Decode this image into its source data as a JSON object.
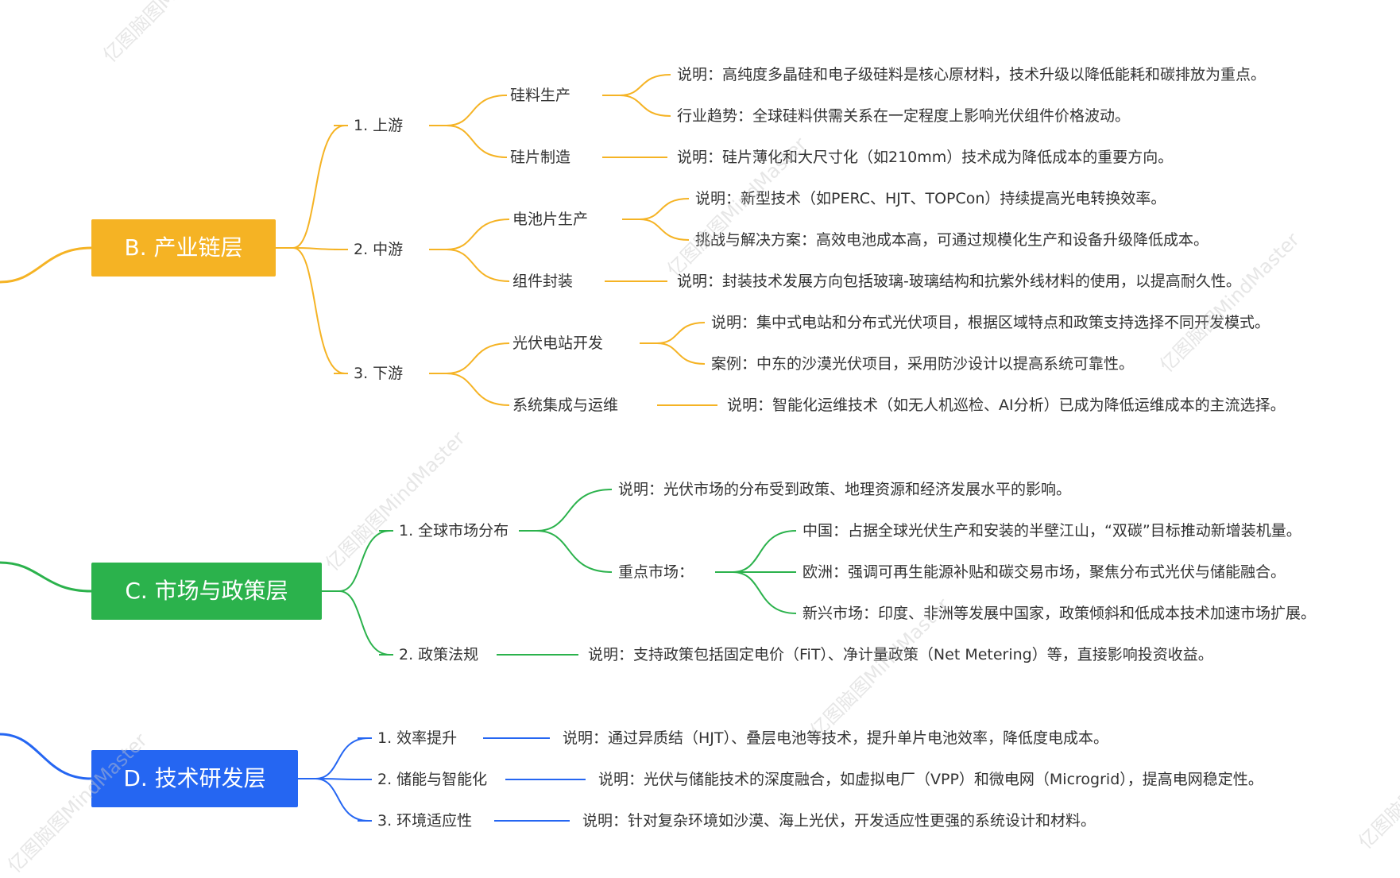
{
  "colors": {
    "industry": "#f5b324",
    "market": "#2bb24c",
    "tech": "#2566f2"
  },
  "watermark": "亿图脑图MindMaster",
  "branches": [
    {
      "key": "industry",
      "label": "B. 产业链层",
      "children": [
        {
          "label": "1. 上游",
          "children": [
            {
              "label": "硅料生产",
              "children": [
                {
                  "label": "说明：高纯度多晶硅和电子级硅料是核心原材料，技术升级以降低能耗和碳排放为重点。"
                },
                {
                  "label": "行业趋势：全球硅料供需关系在一定程度上影响光伏组件价格波动。"
                }
              ]
            },
            {
              "label": "硅片制造",
              "children": [
                {
                  "label": "说明：硅片薄化和大尺寸化（如210mm）技术成为降低成本的重要方向。"
                }
              ]
            }
          ]
        },
        {
          "label": "2. 中游",
          "children": [
            {
              "label": "电池片生产",
              "children": [
                {
                  "label": "说明：新型技术（如PERC、HJT、TOPCon）持续提高光电转换效率。"
                },
                {
                  "label": "挑战与解决方案：高效电池成本高，可通过规模化生产和设备升级降低成本。"
                }
              ]
            },
            {
              "label": "组件封装",
              "children": [
                {
                  "label": "说明：封装技术发展方向包括玻璃-玻璃结构和抗紫外线材料的使用，以提高耐久性。"
                }
              ]
            }
          ]
        },
        {
          "label": "3. 下游",
          "children": [
            {
              "label": "光伏电站开发",
              "children": [
                {
                  "label": "说明：集中式电站和分布式光伏项目，根据区域特点和政策支持选择不同开发模式。"
                },
                {
                  "label": "案例：中东的沙漠光伏项目，采用防沙设计以提高系统可靠性。"
                }
              ]
            },
            {
              "label": "系统集成与运维",
              "children": [
                {
                  "label": "说明：智能化运维技术（如无人机巡检、AI分析）已成为降低运维成本的主流选择。"
                }
              ]
            }
          ]
        }
      ]
    },
    {
      "key": "market",
      "label": "C. 市场与政策层",
      "children": [
        {
          "label": "1. 全球市场分布",
          "children": [
            {
              "label": "说明：光伏市场的分布受到政策、地理资源和经济发展水平的影响。"
            },
            {
              "label": "重点市场：",
              "children": [
                {
                  "label": "中国：占据全球光伏生产和安装的半壁江山，“双碳”目标推动新增装机量。"
                },
                {
                  "label": "欧洲：强调可再生能源补贴和碳交易市场，聚焦分布式光伏与储能融合。"
                },
                {
                  "label": "新兴市场：印度、非洲等发展中国家，政策倾斜和低成本技术加速市场扩展。"
                }
              ]
            }
          ]
        },
        {
          "label": "2. 政策法规",
          "children": [
            {
              "label": "说明：支持政策包括固定电价（FiT）、净计量政策（Net Metering）等，直接影响投资收益。"
            }
          ]
        }
      ]
    },
    {
      "key": "tech",
      "label": "D. 技术研发层",
      "children": [
        {
          "label": "1. 效率提升",
          "children": [
            {
              "label": "说明：通过异质结（HJT）、叠层电池等技术，提升单片电池效率，降低度电成本。"
            }
          ]
        },
        {
          "label": "2. 储能与智能化",
          "children": [
            {
              "label": "说明：光伏与储能技术的深度融合，如虚拟电厂（VPP）和微电网（Microgrid），提高电网稳定性。"
            }
          ]
        },
        {
          "label": "3. 环境适应性",
          "children": [
            {
              "label": "说明：针对复杂环境如沙漠、海上光伏，开发适应性更强的系统设计和材料。"
            }
          ]
        }
      ]
    }
  ]
}
